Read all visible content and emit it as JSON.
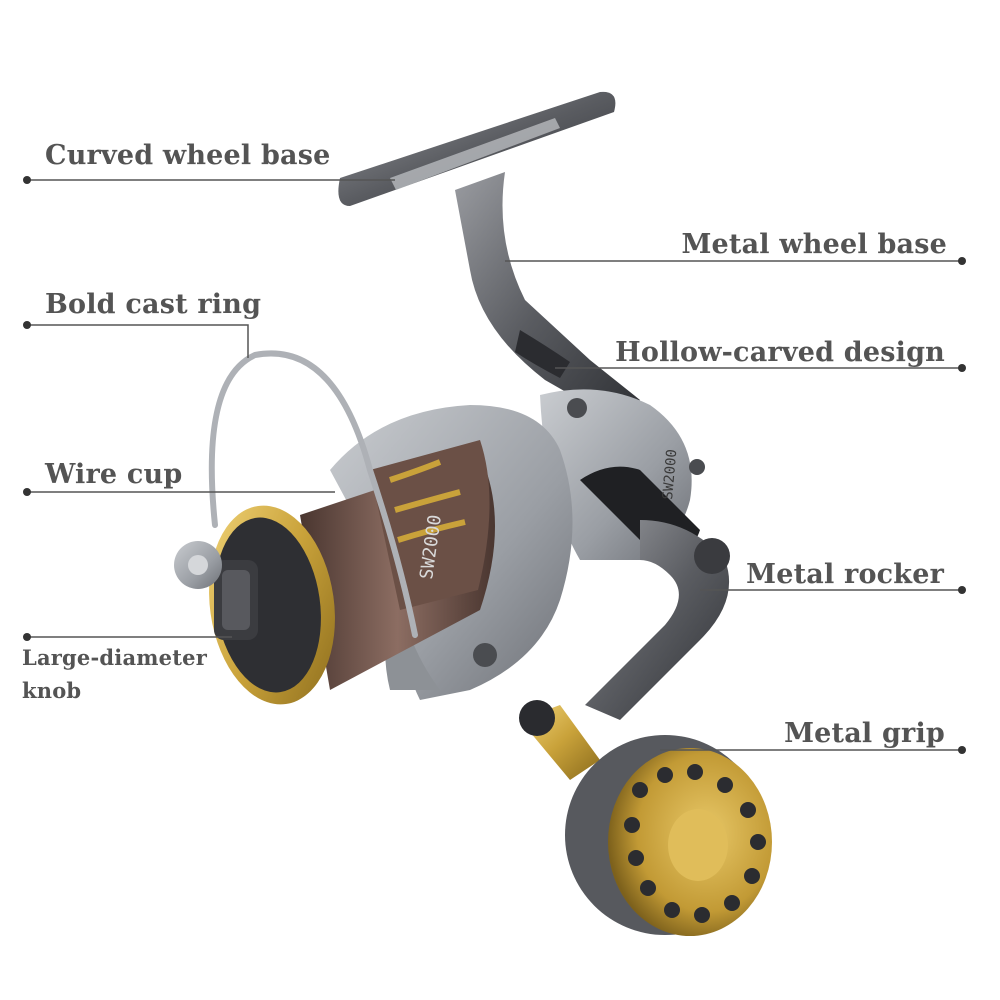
{
  "callouts": {
    "curved_wheel_base": "Curved wheel base",
    "metal_wheel_base": "Metal wheel base",
    "bold_cast_ring": "Bold cast ring",
    "hollow_carved_design": "Hollow-carved design",
    "wire_cup": "Wire cup",
    "metal_rocker": "Metal rocker",
    "large_diameter_knob_line1": "Large-diameter",
    "large_diameter_knob_line2": "knob",
    "metal_grip": "Metal grip"
  },
  "product_markings": {
    "spool_model": "SW2000",
    "body_model": "SW2000"
  },
  "colors": {
    "label_text": "#545454",
    "leader_line": "#555555",
    "gold": "#c9a23a",
    "bronze": "#6b5046",
    "gunmetal": "#6c6e73",
    "silver": "#a9adb3"
  }
}
